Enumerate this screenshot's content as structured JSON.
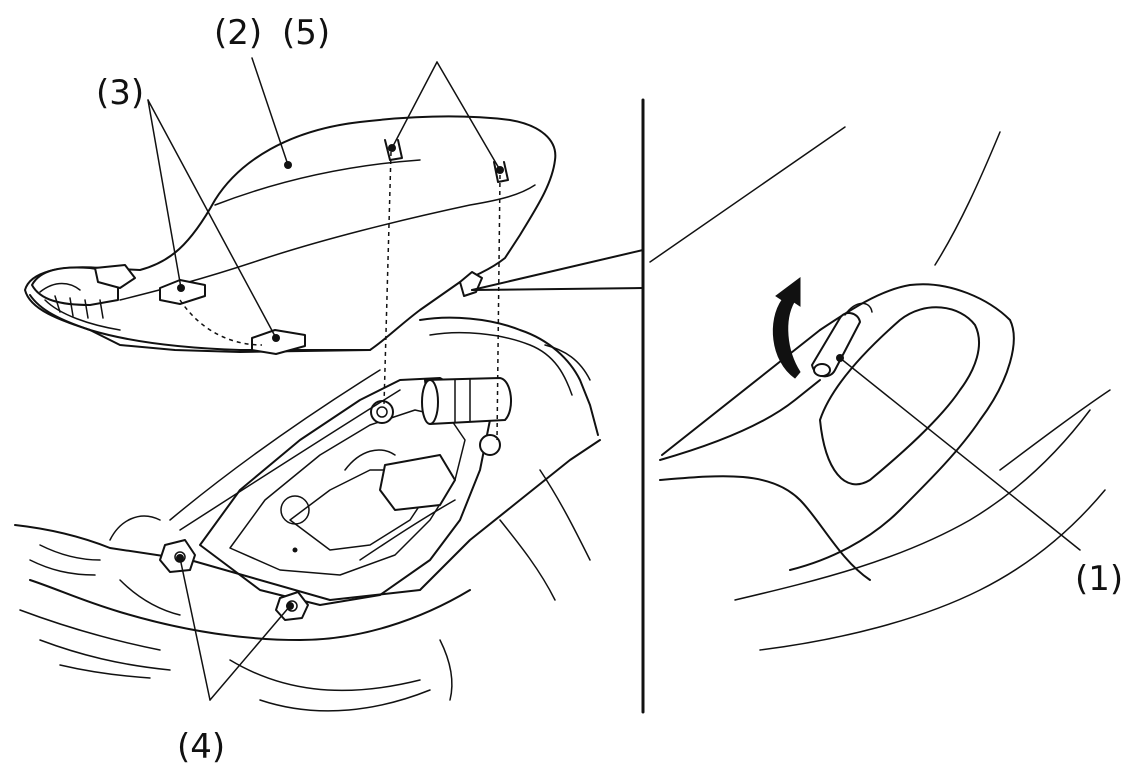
{
  "callouts": {
    "c1": "(1)",
    "c2": "(2)",
    "c3": "(3)",
    "c4": "(4)",
    "c5": "(5)"
  },
  "icons": {
    "rotation_arrow": "curved-arrow-up"
  }
}
